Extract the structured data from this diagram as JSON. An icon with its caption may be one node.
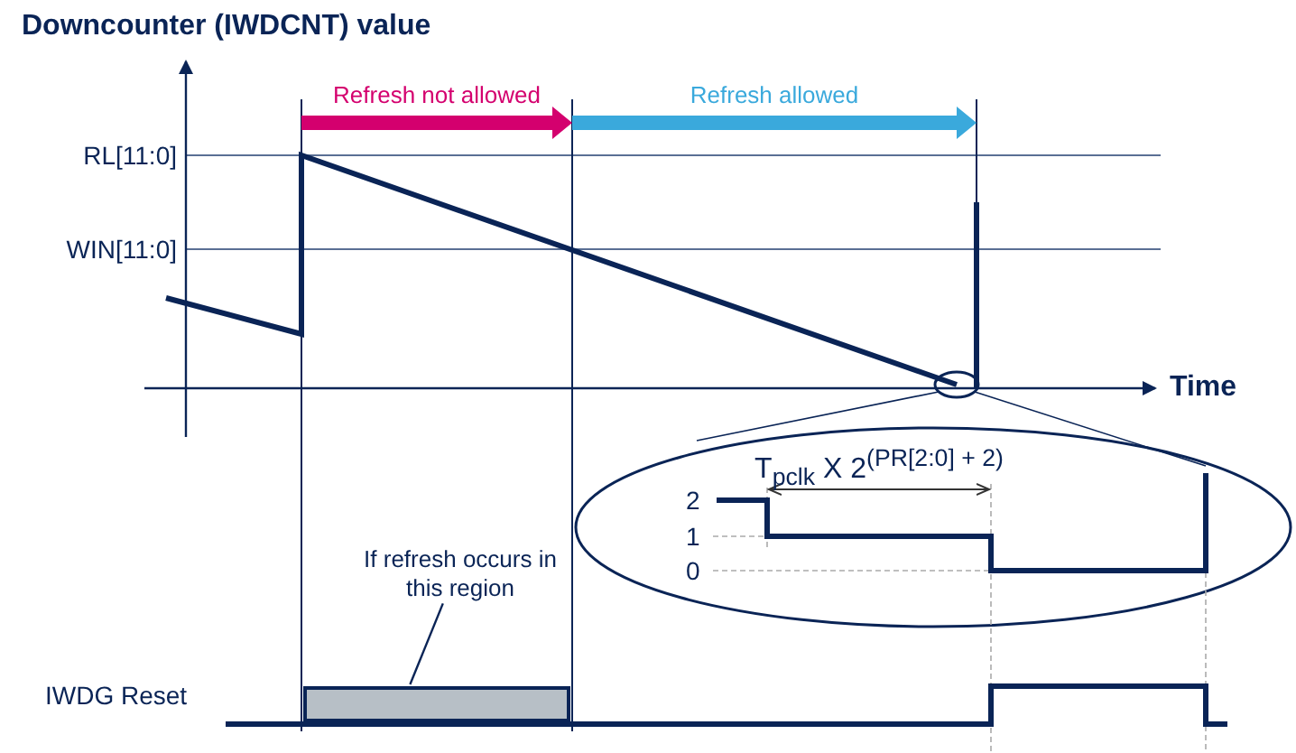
{
  "diagram": {
    "title": "Downcounter (IWDCNT) value",
    "nodes": [
      {
        "text": [
          "If refresh occurs in this region"
        ]
      },
      {
        "text": [],
        "shape": "box"
      }
    ],
    "edges": [
      {
        "from": 0,
        "to": 1,
        "arrow": "none"
      }
    ],
    "labels": [
      "Refresh not allowed",
      "Refresh allowed",
      "RL[11:0]",
      "WIN[11:0]",
      "Time",
      "T$_{pclk}$ X 2$^{(PR[2:0] + 2)}$",
      "2",
      "1",
      "0",
      "IWDG Reset"
    ]
  }
}
